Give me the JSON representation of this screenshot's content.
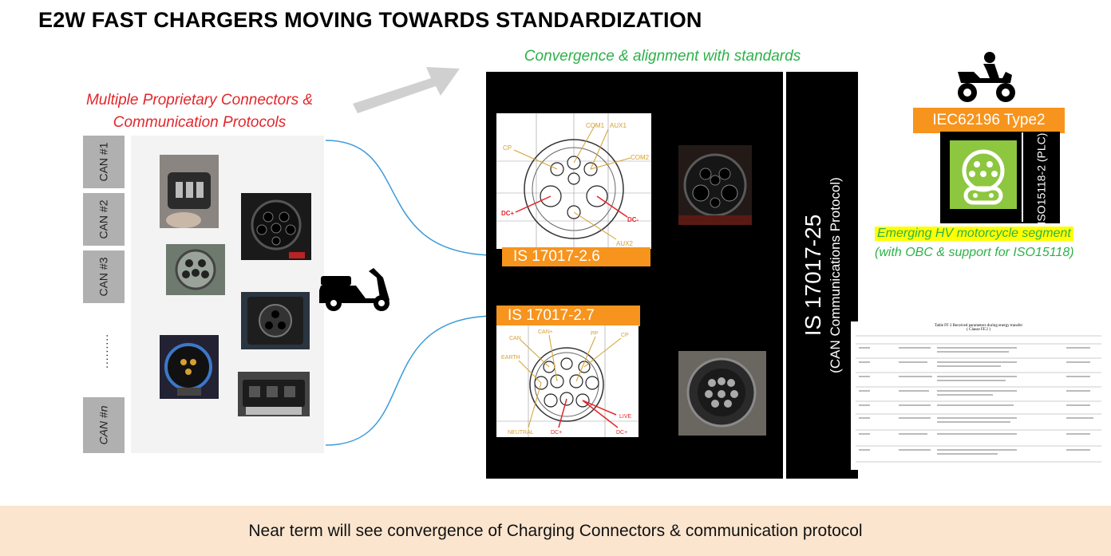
{
  "title": "E2W FAST CHARGERS MOVING TOWARDS STANDARDIZATION",
  "left_note": {
    "line1": "Multiple Proprietary Connectors &",
    "line2": "Communication Protocols"
  },
  "top_note": "Convergence & alignment with standards",
  "can_labels": [
    "CAN #1",
    "CAN #2",
    "CAN #3",
    ".........",
    "CAN #n"
  ],
  "standards": {
    "is_2_6": "IS 17017-2.6",
    "is_2_7": "IS 17017-2.7",
    "is_25_main": "IS 17017-25",
    "is_25_sub": "(CAN Communications Protocol)",
    "iec": "IEC62196 Type2",
    "iso": "ISO15118-2 (PLC)"
  },
  "diagram_2_6_labels": {
    "com1": "COM1",
    "aux1": "AUX1",
    "cp": "CP",
    "com2": "COM2",
    "dc_plus": "DC+",
    "dc_minus": "DC-",
    "aux2": "AUX2"
  },
  "diagram_2_7_labels": {
    "can_plus": "CAN+",
    "can": "CAN",
    "pp": "PP",
    "cp": "CP",
    "earth": "EARTH",
    "live": "LIVE",
    "neutral": "NEUTRAL",
    "dc_plus": "DC+",
    "dc_plus2": "DC+"
  },
  "right_note": {
    "line1": "Emerging HV motorcycle segment",
    "line2": "(with OBC & support for ISO15118)"
  },
  "table_doc": {
    "title": "Table FF 2 Received parameters during energy transfer",
    "subtitle": "( Clause FF.2 )"
  },
  "footer": "Near term will see convergence of Charging Connectors & communication protocol",
  "colors": {
    "orange": "#f7941d",
    "green": "#2db14a",
    "red": "#e3262b",
    "arrow_blue": "#3a9ad9",
    "footer_bg": "#fbe5cf",
    "icon_green": "#8dc63f"
  }
}
